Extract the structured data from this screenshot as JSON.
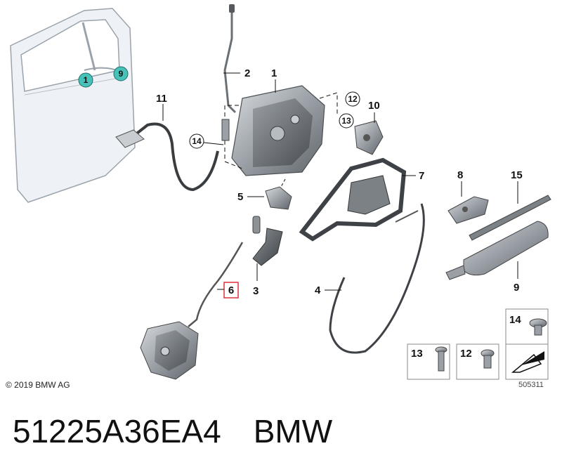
{
  "callouts": {
    "c1": "1",
    "c2": "2",
    "c3": "3",
    "c4": "4",
    "c5": "5",
    "c6": "6",
    "c7": "7",
    "c8": "8",
    "c9": "9",
    "c10": "10",
    "c11": "11",
    "c12": "12",
    "c13": "13",
    "c14": "14",
    "c15": "15"
  },
  "door_markers": {
    "m1": "1",
    "m9": "9"
  },
  "legend": {
    "l12": "12",
    "l13": "13",
    "l14": "14"
  },
  "copyright": "© 2019 BMW AG",
  "image_ref": "505311",
  "footer": {
    "part_number": "51225A36EA4",
    "brand": "BMW"
  },
  "colors": {
    "marker_teal": "#46c2b8",
    "highlight_red": "#e0303a",
    "part_gray": "#8a8f94"
  }
}
